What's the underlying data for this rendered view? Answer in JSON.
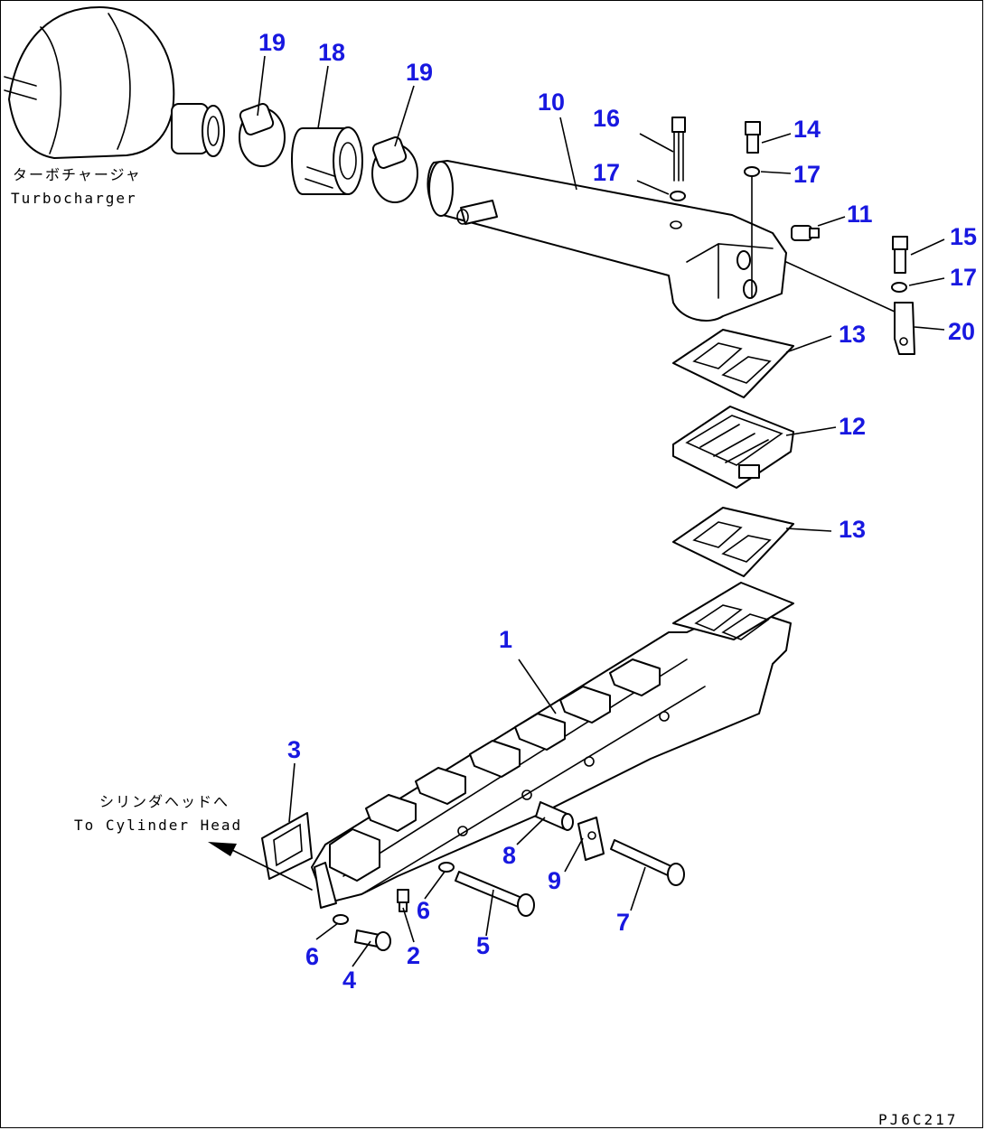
{
  "diagram": {
    "drawing_code": "PJ6C217",
    "notes": {
      "turbocharger_jp": "ターボチャージャ",
      "turbocharger_en": "Turbocharger",
      "cylinder_head_jp": "シリンダヘッドへ",
      "cylinder_head_en": "To Cylinder Head"
    },
    "callouts": {
      "c19a": "19",
      "c18": "18",
      "c19b": "19",
      "c10": "10",
      "c16": "16",
      "c17a": "17",
      "c14": "14",
      "c17b": "17",
      "c11": "11",
      "c15": "15",
      "c17c": "17",
      "c20": "20",
      "c13a": "13",
      "c12": "12",
      "c13b": "13",
      "c1": "1",
      "c3": "3",
      "c8": "8",
      "c9": "9",
      "c7": "7",
      "c6a": "6",
      "c5": "5",
      "c6b": "6",
      "c2": "2",
      "c4": "4"
    },
    "colors": {
      "callout": "#1818e0",
      "line": "#000000",
      "background": "#ffffff"
    }
  }
}
